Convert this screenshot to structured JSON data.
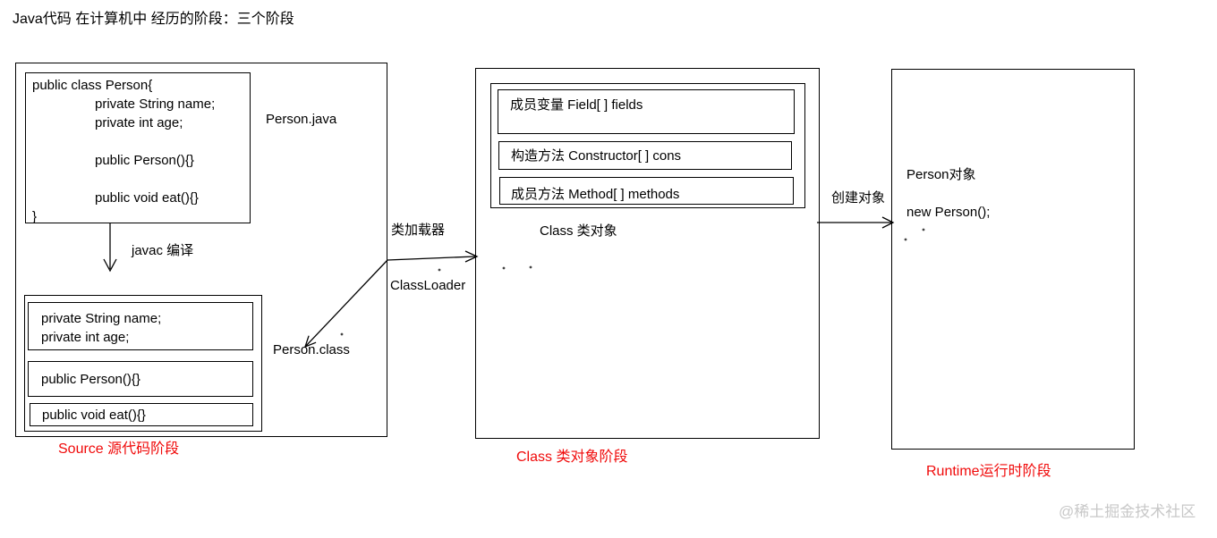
{
  "title": "Java代码 在计算机中 经历的阶段：三个阶段",
  "watermark": "@稀土掘金技术社区",
  "colors": {
    "line": "#000000",
    "stage_label_red": "#f00a0a",
    "watermark_gray": "#c8c8c8"
  },
  "source_stage": {
    "file_label": "Person.java",
    "code_lines": [
      "public class Person{",
      "private String name;",
      "private int age;",
      "",
      "public Person(){}",
      "",
      "public void eat(){}",
      "}"
    ],
    "compile_arrow_label": "javac 编译",
    "class_file_label": "Person.class",
    "bytecode_boxes": [
      {
        "lines": [
          "private String name;",
          "private int age;"
        ]
      },
      {
        "lines": [
          "public Person(){}"
        ]
      },
      {
        "lines": [
          "public void eat(){}"
        ]
      }
    ],
    "stage_label": "Source 源代码阶段"
  },
  "loader": {
    "label_cn": "类加载器",
    "label_en": "ClassLoader"
  },
  "class_stage": {
    "members": [
      {
        "label": "成员变量  Field[ ] fields"
      },
      {
        "label": "构造方法  Constructor[ ] cons"
      },
      {
        "label": "成员方法 Method[ ] methods"
      }
    ],
    "object_label": "Class 类对象",
    "stage_label": "Class 类对象阶段"
  },
  "runtime_stage": {
    "create_arrow_label": "创建对象",
    "object_label": "Person对象",
    "code": "new Person();",
    "stage_label": "Runtime运行时阶段"
  }
}
